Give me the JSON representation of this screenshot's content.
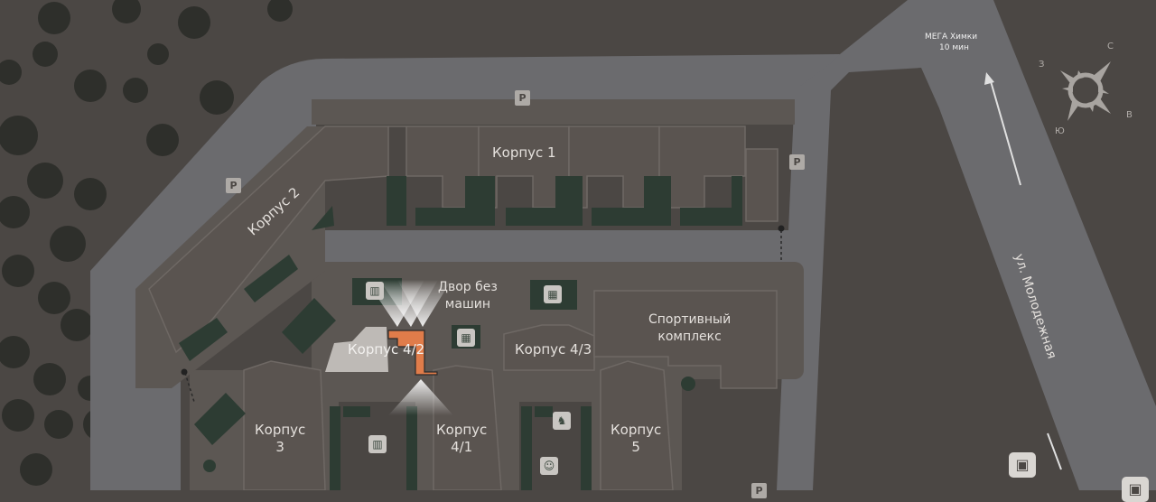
{
  "buildings": [
    {
      "id": "k1",
      "label": "Корпус 1"
    },
    {
      "id": "k2",
      "label": "Корпус 2"
    },
    {
      "id": "k3",
      "label": "Корпус\n3"
    },
    {
      "id": "k41",
      "label": "Корпус\n4/1"
    },
    {
      "id": "k42",
      "label": "Корпус 4/2"
    },
    {
      "id": "k43",
      "label": "Корпус 4/3"
    },
    {
      "id": "k5",
      "label": "Корпус\n5"
    },
    {
      "id": "sport",
      "label": "Спортивный\nкомплекс"
    }
  ],
  "courtyard_label": "Двор без\nмашин",
  "street_label": "ул. Молодежная",
  "destination": {
    "name": "МЕГА Химки",
    "time": "10 мин"
  },
  "parking_label": "P",
  "compass": {
    "n": "С",
    "e": "В",
    "s": "Ю",
    "w": "З"
  },
  "colors": {
    "highlight": "#e07c4a",
    "road": "#6b6b6e",
    "building": "#5a5450",
    "green": "#2d3c33",
    "ground": "#4b4744"
  }
}
